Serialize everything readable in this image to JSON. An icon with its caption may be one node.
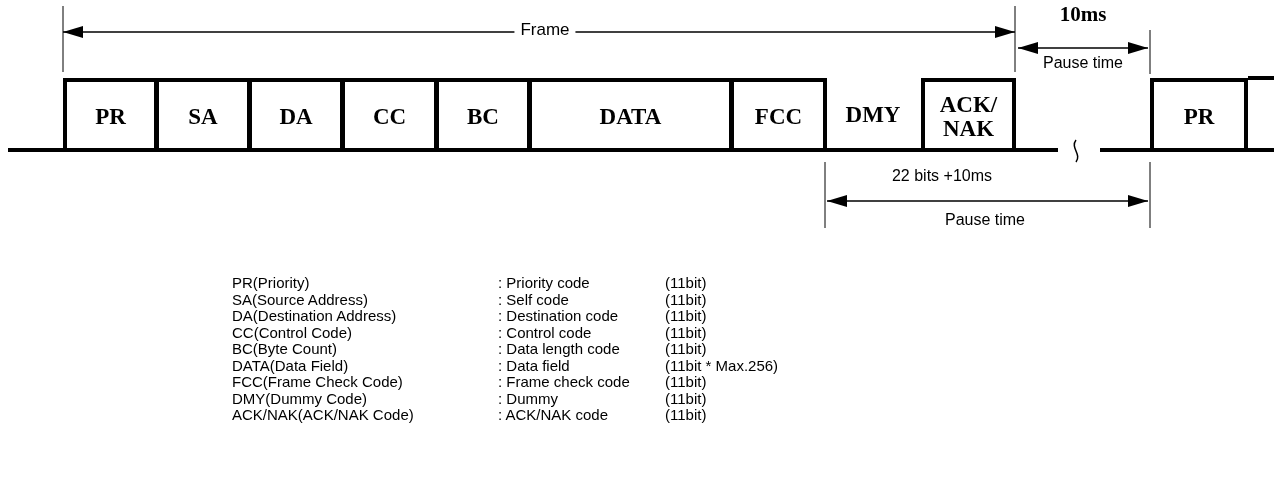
{
  "diagram": {
    "nodes": [
      {
        "text": [
          "PR"
        ]
      },
      {
        "text": [
          "SA"
        ]
      },
      {
        "text": [
          "DA"
        ]
      },
      {
        "text": [
          "CC"
        ]
      },
      {
        "text": [
          "BC"
        ]
      },
      {
        "text": [
          "DATA"
        ]
      },
      {
        "text": [
          "FCC"
        ]
      },
      {
        "text": [
          "ACK/ NAK"
        ]
      },
      {
        "text": [
          "PR"
        ]
      }
    ],
    "labels": [
      "Frame",
      "10ms",
      "Pause time",
      "DMY",
      "22 bits +10ms",
      "Pause time",
      "PR(Priority)",
      ": Priority code",
      "(11bit)",
      "SA(Source Address)",
      ": Self code",
      "(11bit)",
      "DA(Destination Address)",
      ": Destination code",
      "(11bit)",
      "CC(Control Code)",
      ": Control code",
      "(11bit)",
      "BC(Byte Count)",
      ": Data length code",
      "(11bit)",
      "DATA(Data Field)",
      ": Data field",
      "(11bit * Max.256)",
      "FCC(Frame Check Code)",
      ": Frame check code",
      "(11bit)",
      "DMY(Dummy Code)",
      ": Dummy",
      "(11bit)",
      "ACK/NAK(ACK/NAK Code)",
      ": ACK/NAK code",
      "(11bit)"
    ]
  }
}
